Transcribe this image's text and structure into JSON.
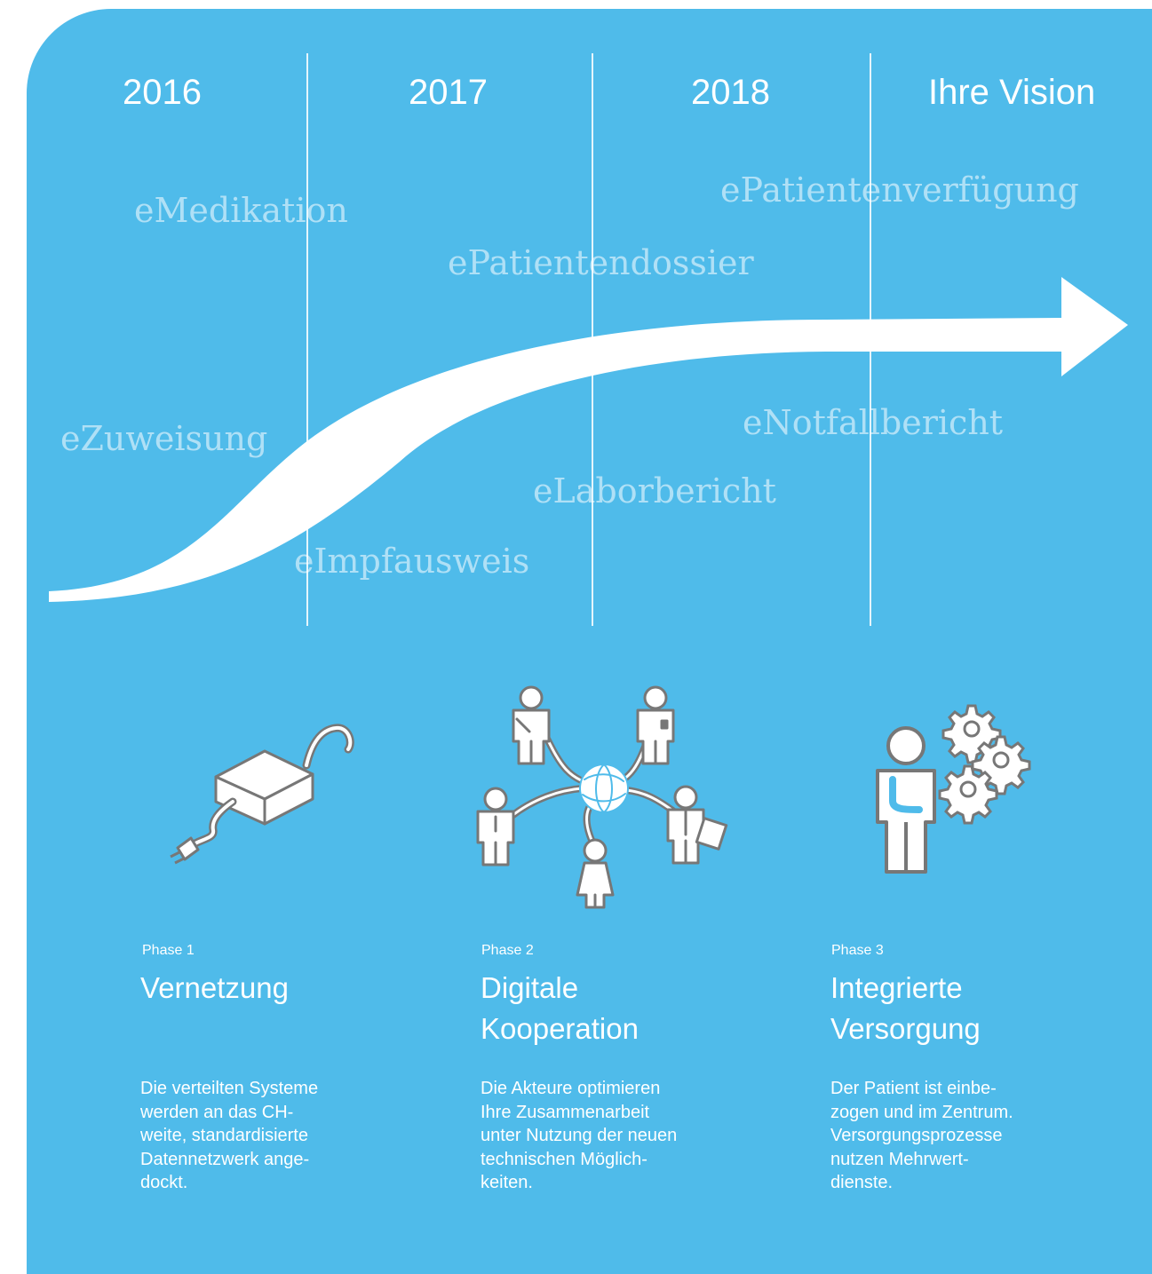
{
  "timeline": {
    "years": [
      "2016",
      "2017",
      "2018",
      "Ihre Vision"
    ],
    "services": {
      "emedikation": "eMedikation",
      "epatientenverfuegung": "ePatientenverfügung",
      "epatientendossier": "ePatientendossier",
      "ezuweisung": "eZuweisung",
      "enotfallbericht": "eNotfallbericht",
      "elaborbericht": "eLaborbericht",
      "eimpfausweis": "eImpfausweis"
    }
  },
  "phases": [
    {
      "label": "Phase 1",
      "title_line1": "Vernetzung",
      "title_line2": "",
      "description": [
        "Die verteilten Systeme",
        "werden an das CH-",
        "weite, standardisierte",
        "Datennetzwerk ange-",
        "dockt."
      ]
    },
    {
      "label": "Phase 2",
      "title_line1": "Digitale",
      "title_line2": "Kooperation",
      "description": [
        "Die Akteure optimieren",
        "Ihre Zusammenarbeit",
        "unter Nutzung der neuen",
        "technischen Möglich-",
        "keiten."
      ]
    },
    {
      "label": "Phase 3",
      "title_line1": "Integrierte",
      "title_line2": "Versorgung",
      "description": [
        "Der Patient ist einbe-",
        "zogen und im Zentrum.",
        "Versorgungsprozesse",
        "nutzen Mehrwert-",
        "dienste."
      ]
    }
  ],
  "icons": [
    "power-supply-icon",
    "care-network-icon",
    "patient-gears-icon"
  ],
  "colors": {
    "background": "#4fbbea",
    "foreground": "#ffffff",
    "service_text": "rgba(255,255,255,0.55)",
    "icon_stroke": "#777777"
  }
}
